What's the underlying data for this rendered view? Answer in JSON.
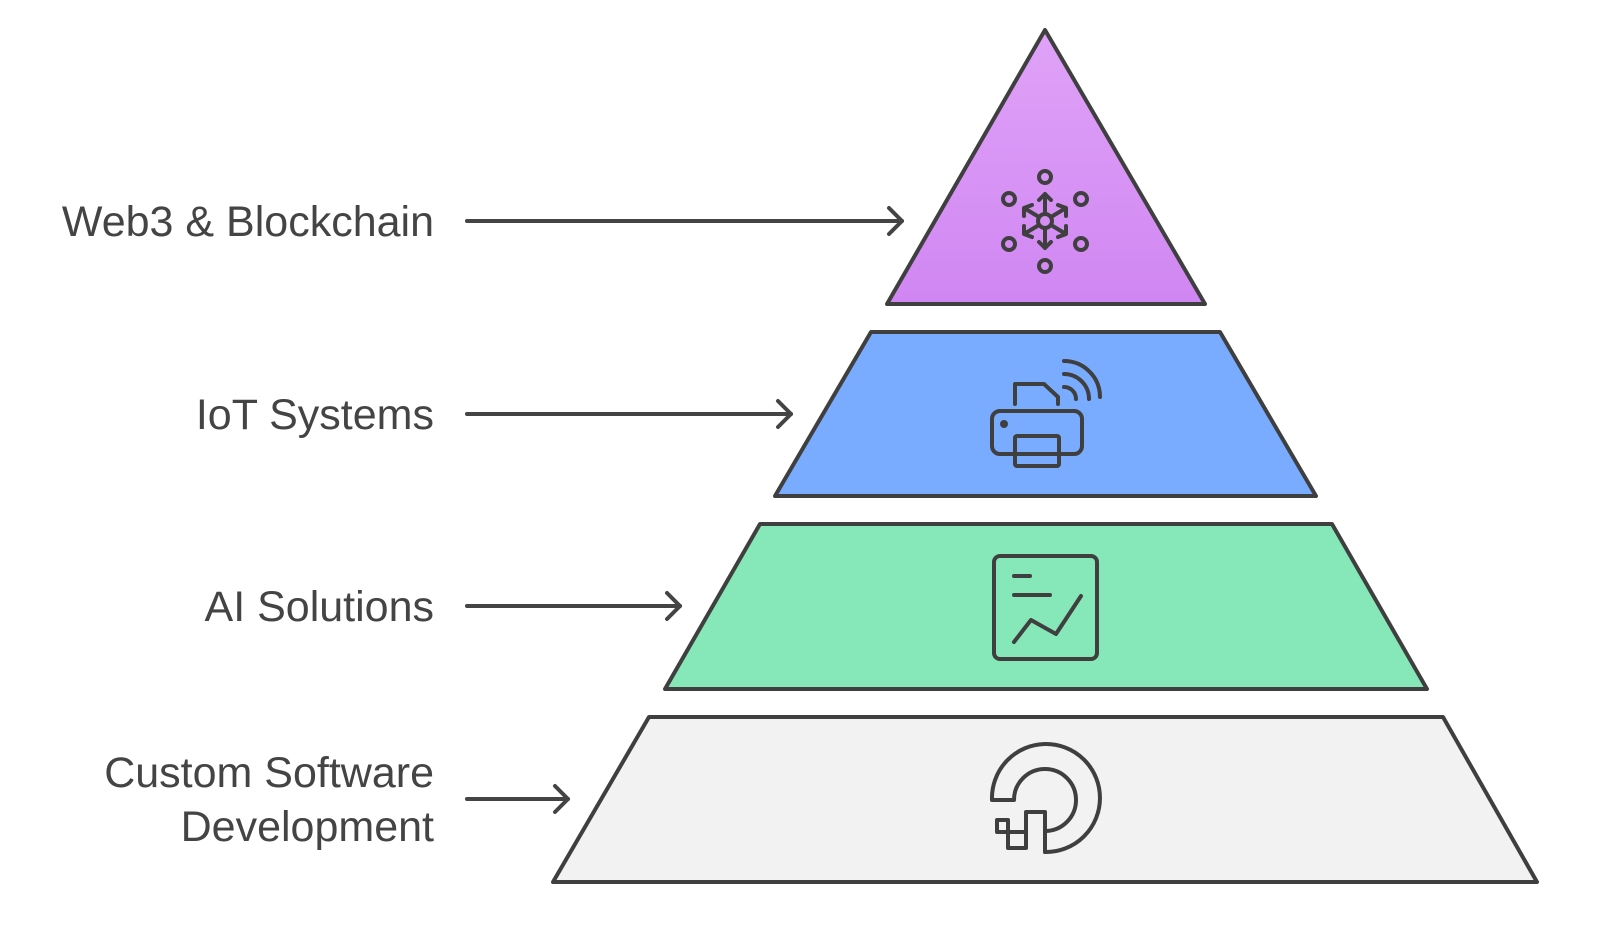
{
  "levels": [
    {
      "key": "web3",
      "label_lines": [
        "Web3 & Blockchain"
      ],
      "fill_top": "#e0a3f8",
      "fill_bottom": "#d086f2",
      "icon": "network-nodes-icon"
    },
    {
      "key": "iot",
      "label_lines": [
        "IoT Systems"
      ],
      "fill_top": "#79acff",
      "fill_bottom": "#79acff",
      "icon": "wireless-printer-icon"
    },
    {
      "key": "ai",
      "label_lines": [
        "AI Solutions"
      ],
      "fill_top": "#86e8b8",
      "fill_bottom": "#86e8b8",
      "icon": "chart-document-icon"
    },
    {
      "key": "software",
      "label_lines": [
        "Custom Software",
        "Development"
      ],
      "fill_top": "#f2f2f2",
      "fill_bottom": "#f2f2f2",
      "icon": "digitalocean-logo-icon"
    }
  ],
  "colors": {
    "outline": "#3f3f3f",
    "text": "#444444"
  }
}
